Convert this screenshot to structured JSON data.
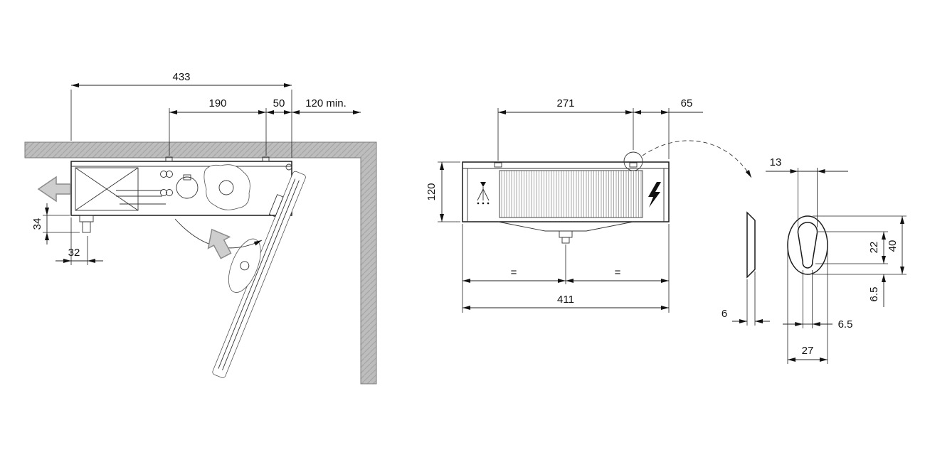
{
  "colors": {
    "line": "#1a1a1a",
    "wall_fill": "#bdbdbd",
    "wall_hatch": "#a6a6a6",
    "airflow_arrow_fill": "#cecece",
    "airflow_arrow_stroke": "#8b8b8b"
  },
  "side_view": {
    "dims": {
      "overall_width": "433",
      "mount_hole_spacing": "190",
      "mount_hole_to_edge": "50",
      "wall_clearance": "120 min.",
      "drain_height": "34",
      "drain_offset": "32"
    }
  },
  "front_view": {
    "dims": {
      "mount_hole_spacing": "271",
      "mount_hole_to_edge": "65",
      "unit_height": "120",
      "equal_left": "=",
      "equal_right": "=",
      "overall_width": "411"
    }
  },
  "detail_view": {
    "dims": {
      "hole_diameter": "13",
      "hole_to_slot_end": "22",
      "keyhole_height": "40",
      "slot_end_to_bottom": "6.5",
      "slot_width": "6.5",
      "keyhole_width": "27",
      "bracket_thickness": "6"
    }
  }
}
